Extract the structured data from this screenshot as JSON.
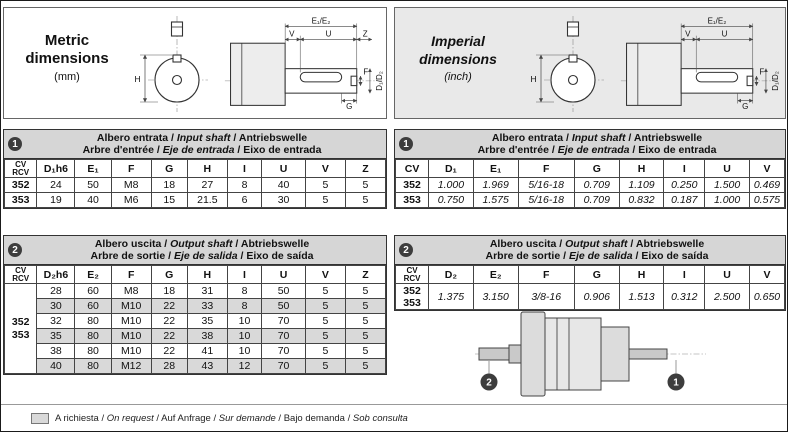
{
  "panels": {
    "metric": {
      "title": "Metric dimensions",
      "unit": "(mm)"
    },
    "imperial": {
      "title": "Imperial dimensions",
      "unit": "(inch)"
    }
  },
  "drawing": {
    "h": "H",
    "v": "V",
    "u": "U",
    "z": "Z",
    "e": "E₁/E₂",
    "f": "F",
    "g": "G",
    "d": "D₁/D₂"
  },
  "badges": {
    "one": "1",
    "two": "2"
  },
  "footer": {
    "note": [
      {
        "t": "A richiesta",
        "i": false
      },
      {
        "t": " / ",
        "i": false
      },
      {
        "t": "On request",
        "i": true
      },
      {
        "t": " / ",
        "i": false
      },
      {
        "t": "Auf Anfrage",
        "i": false
      },
      {
        "t": " / ",
        "i": false
      },
      {
        "t": "Sur demande",
        "i": true
      },
      {
        "t": " / ",
        "i": false
      },
      {
        "t": "Bajo demanda",
        "i": false
      },
      {
        "t": " / ",
        "i": false
      },
      {
        "t": "Sob consulta",
        "i": true
      }
    ]
  },
  "tables": {
    "input_metric": {
      "badge": "1",
      "title1": [
        {
          "t": "Albero entrata",
          "i": false
        },
        {
          "t": " / ",
          "i": false
        },
        {
          "t": "Input shaft",
          "i": true
        },
        {
          "t": " / ",
          "i": false
        },
        {
          "t": "Antriebswelle",
          "i": false
        }
      ],
      "title2": [
        {
          "t": "Arbre d'entrée",
          "i": false
        },
        {
          "t": " / ",
          "i": false
        },
        {
          "t": "Eje de entrada",
          "i": true
        },
        {
          "t": " / ",
          "i": false
        },
        {
          "t": "Eixo de entrada",
          "i": false
        }
      ],
      "head": [
        [
          "CV",
          "RCV"
        ],
        "D₁h6",
        "E₁",
        "F",
        "G",
        "H",
        "I",
        "U",
        "V",
        "Z"
      ],
      "col_widths": [
        8.5,
        10,
        9.5,
        10.5,
        9.5,
        10.5,
        9,
        11.5,
        10.5,
        10.5
      ],
      "rows": [
        {
          "cells": [
            "352",
            "24",
            "50",
            "M8",
            "18",
            "27",
            "8",
            "40",
            "5",
            "5"
          ]
        },
        {
          "cells": [
            "353",
            "19",
            "40",
            "M6",
            "15",
            "21.5",
            "6",
            "30",
            "5",
            "5"
          ]
        }
      ]
    },
    "input_imperial": {
      "badge": "1",
      "title1": [
        {
          "t": "Albero entrata",
          "i": false
        },
        {
          "t": " / ",
          "i": false
        },
        {
          "t": "Input shaft",
          "i": true
        },
        {
          "t": " / ",
          "i": false
        },
        {
          "t": "Antriebswelle",
          "i": false
        }
      ],
      "title2": [
        {
          "t": "Arbre d'entrée",
          "i": false
        },
        {
          "t": " / ",
          "i": false
        },
        {
          "t": "Eje de entrada",
          "i": true
        },
        {
          "t": " / ",
          "i": false
        },
        {
          "t": "Eixo de entrada",
          "i": false
        }
      ],
      "head": [
        "CV",
        "D₁",
        "E₁",
        "F",
        "G",
        "H",
        "I",
        "U",
        "V"
      ],
      "col_widths": [
        8.5,
        11.5,
        11.5,
        14.5,
        11.5,
        11.5,
        10.5,
        11.5,
        9
      ],
      "italic": true,
      "rows": [
        {
          "cells": [
            "352",
            "1.000",
            "1.969",
            "5/16-18",
            "0.709",
            "1.109",
            "0.250",
            "1.500",
            "0.469"
          ]
        },
        {
          "cells": [
            "353",
            "0.750",
            "1.575",
            "5/16-18",
            "0.709",
            "0.832",
            "0.187",
            "1.000",
            "0.575"
          ]
        }
      ]
    },
    "output_metric": {
      "badge": "2",
      "title1": [
        {
          "t": "Albero uscita",
          "i": false
        },
        {
          "t": " / ",
          "i": false
        },
        {
          "t": "Output shaft",
          "i": true
        },
        {
          "t": " / ",
          "i": false
        },
        {
          "t": "Abtriebswelle",
          "i": false
        }
      ],
      "title2": [
        {
          "t": "Arbre de sortie",
          "i": false
        },
        {
          "t": " / ",
          "i": false
        },
        {
          "t": "Eje de salida",
          "i": true
        },
        {
          "t": " / ",
          "i": false
        },
        {
          "t": "Eixo de saída",
          "i": false
        }
      ],
      "head": [
        [
          "CV",
          "RCV"
        ],
        "D₂h6",
        "E₂",
        "F",
        "G",
        "H",
        "I",
        "U",
        "V",
        "Z"
      ],
      "col_widths": [
        8.5,
        10,
        9.5,
        10.5,
        9.5,
        10.5,
        9,
        11.5,
        10.5,
        10.5
      ],
      "lead": [
        "352",
        "353"
      ],
      "rows": [
        {
          "cells": [
            "28",
            "60",
            "M8",
            "18",
            "31",
            "8",
            "50",
            "5",
            "5"
          ],
          "shaded": false
        },
        {
          "cells": [
            "30",
            "60",
            "M10",
            "22",
            "33",
            "8",
            "50",
            "5",
            "5"
          ],
          "shaded": true
        },
        {
          "cells": [
            "32",
            "80",
            "M10",
            "22",
            "35",
            "10",
            "70",
            "5",
            "5"
          ],
          "shaded": false
        },
        {
          "cells": [
            "35",
            "80",
            "M10",
            "22",
            "38",
            "10",
            "70",
            "5",
            "5"
          ],
          "shaded": true
        },
        {
          "cells": [
            "38",
            "80",
            "M10",
            "22",
            "41",
            "10",
            "70",
            "5",
            "5"
          ],
          "shaded": false
        },
        {
          "cells": [
            "40",
            "80",
            "M12",
            "28",
            "43",
            "12",
            "70",
            "5",
            "5"
          ],
          "shaded": true
        }
      ]
    },
    "output_imperial": {
      "badge": "2",
      "title1": [
        {
          "t": "Albero uscita",
          "i": false
        },
        {
          "t": " / ",
          "i": false
        },
        {
          "t": "Output shaft",
          "i": true
        },
        {
          "t": " / ",
          "i": false
        },
        {
          "t": "Abtriebswelle",
          "i": false
        }
      ],
      "title2": [
        {
          "t": "Arbre de sortie",
          "i": false
        },
        {
          "t": " / ",
          "i": false
        },
        {
          "t": "Eje de salida",
          "i": true
        },
        {
          "t": " / ",
          "i": false
        },
        {
          "t": "Eixo de saída",
          "i": false
        }
      ],
      "head": [
        [
          "CV",
          "RCV"
        ],
        "D₂",
        "E₂",
        "F",
        "G",
        "H",
        "I",
        "U",
        "V"
      ],
      "col_widths": [
        8.5,
        11.5,
        11.5,
        14.5,
        11.5,
        11.5,
        10.5,
        11.5,
        9
      ],
      "italic": true,
      "lead": [
        "352",
        "353"
      ],
      "rows": [
        {
          "cells": [
            "1.375",
            "3.150",
            "3/8-16",
            "0.906",
            "1.513",
            "0.312",
            "2.500",
            "0.650"
          ]
        }
      ]
    }
  }
}
